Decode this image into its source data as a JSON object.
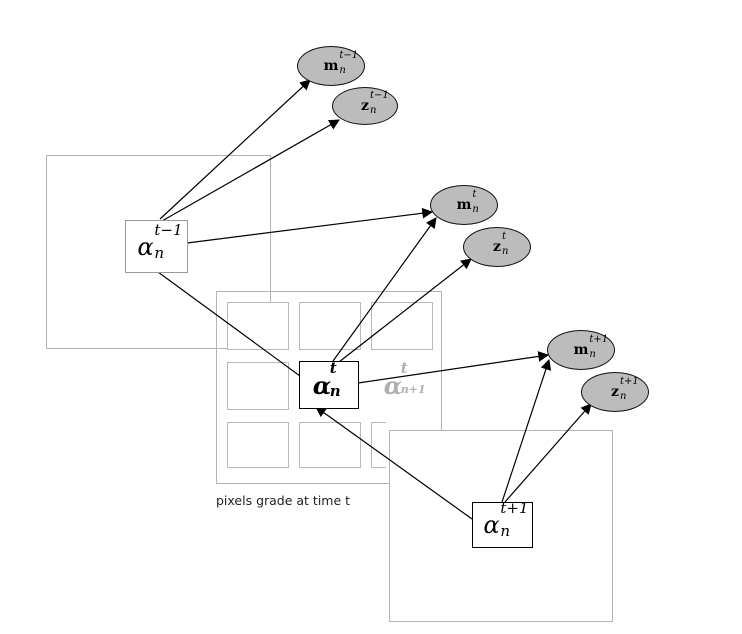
{
  "caption": "pixels grade at time t",
  "latent": {
    "prev": {
      "base": "α",
      "sub": "n",
      "sup": "t−1"
    },
    "curr": {
      "base": "α",
      "sub": "n",
      "sup": "t"
    },
    "neighbor": {
      "base": "α",
      "sub": "n+1",
      "sup": "t"
    },
    "next": {
      "base": "α",
      "sub": "n",
      "sup": "t+1"
    }
  },
  "observed": {
    "m_prev": {
      "base": "m",
      "sub": "n",
      "sup": "t−1"
    },
    "z_prev": {
      "base": "z",
      "sub": "n",
      "sup": "t−1"
    },
    "m_curr": {
      "base": "m",
      "sub": "n",
      "sup": "t"
    },
    "z_curr": {
      "base": "z",
      "sub": "n",
      "sup": "t"
    },
    "m_next": {
      "base": "m",
      "sub": "n",
      "sup": "t+1"
    },
    "z_next": {
      "base": "z",
      "sub": "n",
      "sup": "t+1"
    }
  },
  "colors": {
    "observed_fill": "#bcbcbc",
    "frame_stroke": "#b4b4b4",
    "arrow": "#000000",
    "ghost_text": "#b0b0b0"
  }
}
